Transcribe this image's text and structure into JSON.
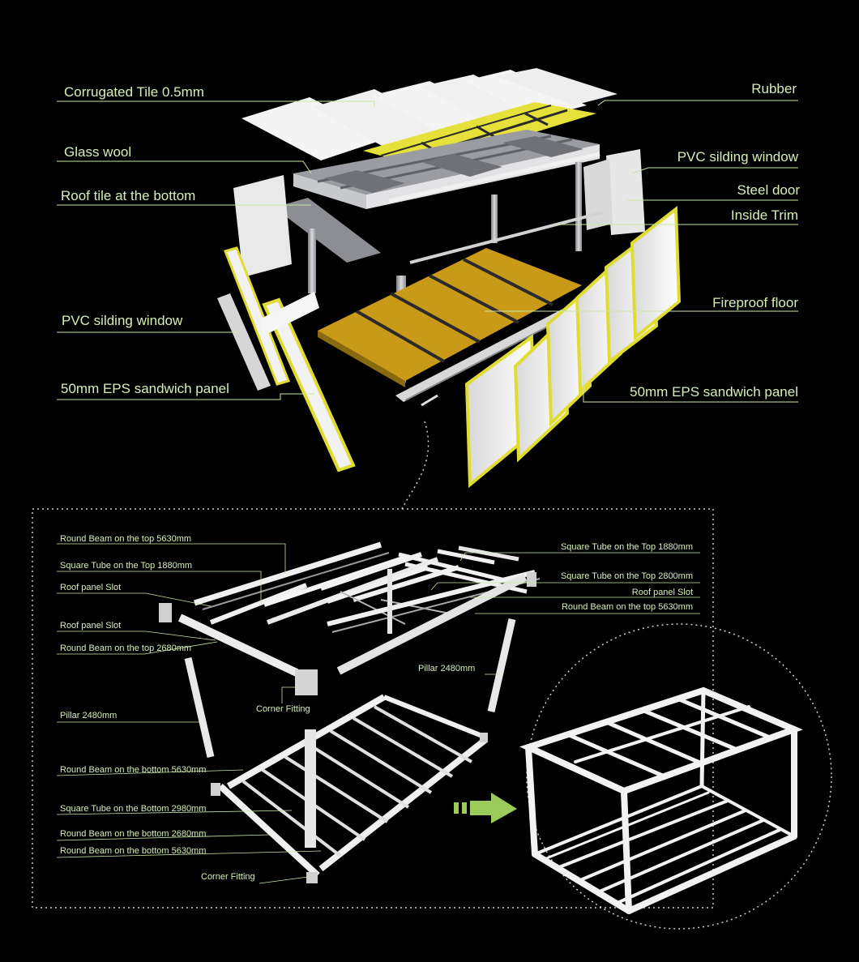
{
  "colors": {
    "background": "#000000",
    "label_text": "#d6efb8",
    "leader_line": "#c9e6a5",
    "insulation_yellow": "#e8e23a",
    "floor_amber": "#c89a17",
    "panel_white": "#efefef",
    "frame_grey": "#8e8e93",
    "arrow_green": "#9acb5b"
  },
  "exploded_view": {
    "labels": {
      "corrugated_tile": "Corrugated Tile 0.5mm",
      "glass_wool": "Glass wool",
      "roof_tile_bottom": "Roof tile at the bottom",
      "pvc_window_left": "PVC silding window",
      "eps_panel_left": "50mm EPS sandwich panel",
      "rubber": "Rubber",
      "pvc_window_right": "PVC silding window",
      "steel_door": "Steel door",
      "inside_trim": "Inside Trim",
      "fireproof_floor": "Fireproof floor",
      "eps_panel_right": "50mm EPS sandwich panel"
    }
  },
  "frame_detail": {
    "labels": {
      "round_beam_top_5630_left": "Round Beam on the top 5630mm",
      "square_tube_top_1880_left": "Square Tube on the Top 1880mm",
      "roof_panel_slot_left_1": "Roof  panel Slot",
      "roof_panel_slot_left_2": "Roof  panel Slot",
      "round_beam_top_2680": "Round Beam on the top 2680mm",
      "pillar_left": "Pillar 2480mm",
      "corner_fitting_top": "Corner Fitting",
      "round_beam_bottom_5630_a": "Round Beam on the bottom 5630mm",
      "square_tube_bottom_2980": "Square Tube on the Bottom 2980mm",
      "round_beam_bottom_2680": "Round Beam on the bottom  2680mm",
      "round_beam_bottom_5630_b": "Round Beam on the bottom 5630mm",
      "corner_fitting_bottom": "Corner Fitting",
      "square_tube_top_1880_right": "Square Tube on the Top 1880mm",
      "square_tube_top_2800": "Square Tube on the Top 2800mm",
      "roof_panel_slot_right": "Roof  panel Slot",
      "round_beam_top_5630_right": "Round Beam on the top 5630mm",
      "pillar_right": "Pillar 2480mm"
    }
  }
}
